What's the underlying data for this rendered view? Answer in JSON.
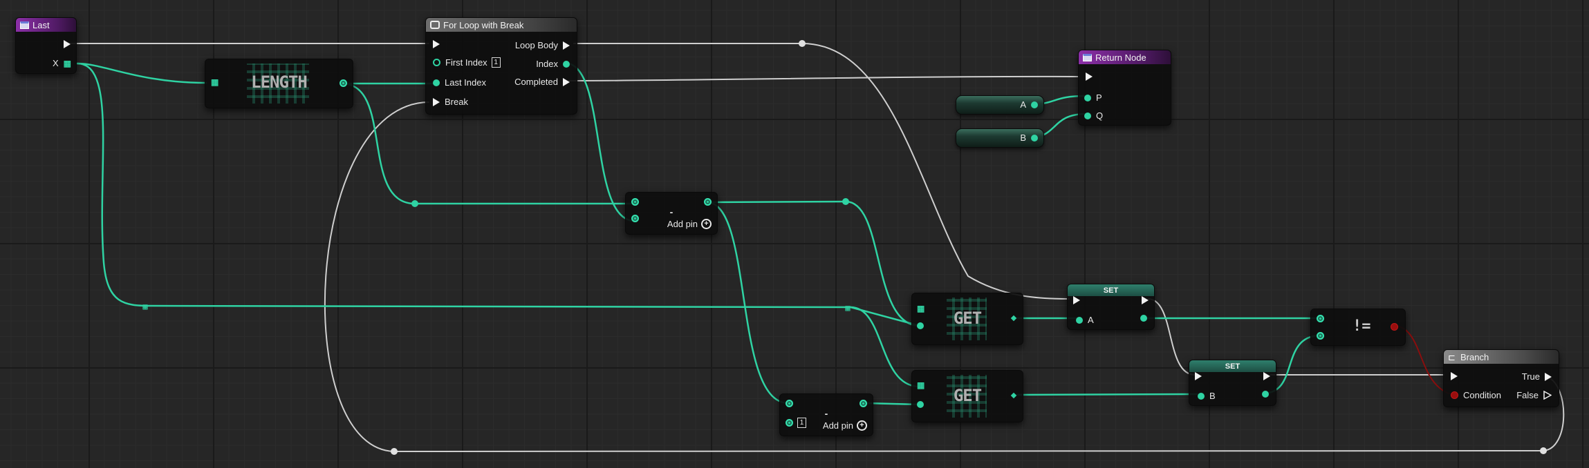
{
  "nodes": {
    "last": {
      "title": "Last",
      "x_label": "X"
    },
    "length": {
      "title": "LENGTH"
    },
    "forloop": {
      "title": "For Loop with Break",
      "loop_body": "Loop Body",
      "first_index": "First Index",
      "first_index_value": "1",
      "index": "Index",
      "last_index": "Last Index",
      "completed": "Completed",
      "break": "Break"
    },
    "return": {
      "title": "Return Node",
      "p": "P",
      "q": "Q"
    },
    "var_a": {
      "label": "A"
    },
    "var_b": {
      "label": "B"
    },
    "subtract1": {
      "symbol": "-",
      "add_pin": "Add pin"
    },
    "subtract2": {
      "symbol": "-",
      "add_pin": "Add pin",
      "const_value": "1"
    },
    "get1": {
      "title": "GET"
    },
    "get2": {
      "title": "GET"
    },
    "set_a": {
      "title": "SET",
      "pin": "A"
    },
    "set_b": {
      "title": "SET",
      "pin": "B"
    },
    "notequal": {
      "symbol": "!="
    },
    "branch": {
      "title": "Branch",
      "true": "True",
      "condition": "Condition",
      "false": "False"
    }
  },
  "colors": {
    "exec": "#dcdcdc",
    "data": "#2fd3a3",
    "bool": "#9a0e0e",
    "function_header": "#7a2896"
  }
}
